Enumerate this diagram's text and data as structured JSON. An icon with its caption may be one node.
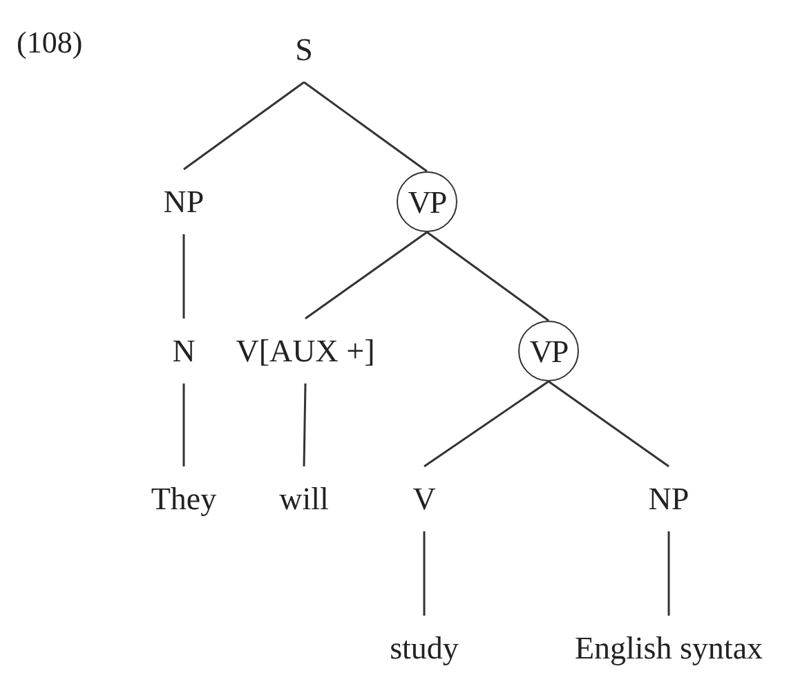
{
  "diagram": {
    "nodes": [
      {
        "text": [
          "S"
        ]
      },
      {
        "text": [
          "NP"
        ]
      },
      {
        "text": [
          "VP"
        ]
      },
      {
        "text": [
          "N"
        ]
      },
      {
        "text": [
          "V[AUX +]"
        ]
      },
      {
        "text": [
          "VP"
        ]
      },
      {
        "text": [
          "They"
        ]
      },
      {
        "text": [
          "will"
        ]
      },
      {
        "text": [
          "V"
        ]
      },
      {
        "text": [
          "NP"
        ]
      },
      {
        "text": [
          "study"
        ]
      },
      {
        "text": [
          "English syntax"
        ]
      }
    ],
    "edges": [
      {
        "from": 0,
        "to": 1,
        "arrow": "none"
      },
      {
        "from": 0,
        "to": 2,
        "arrow": "none"
      },
      {
        "from": 1,
        "to": 3,
        "arrow": "none"
      },
      {
        "from": 2,
        "to": 4,
        "arrow": "none"
      },
      {
        "from": 2,
        "to": 5,
        "arrow": "none"
      },
      {
        "from": 3,
        "to": 6,
        "arrow": "none"
      },
      {
        "from": 4,
        "to": 7,
        "arrow": "none"
      },
      {
        "from": 5,
        "to": 8,
        "arrow": "none"
      },
      {
        "from": 5,
        "to": 9,
        "arrow": "none"
      },
      {
        "from": 8,
        "to": 10,
        "arrow": "none"
      },
      {
        "from": 9,
        "to": 11,
        "arrow": "none"
      }
    ],
    "labels": [
      "(108)"
    ]
  }
}
